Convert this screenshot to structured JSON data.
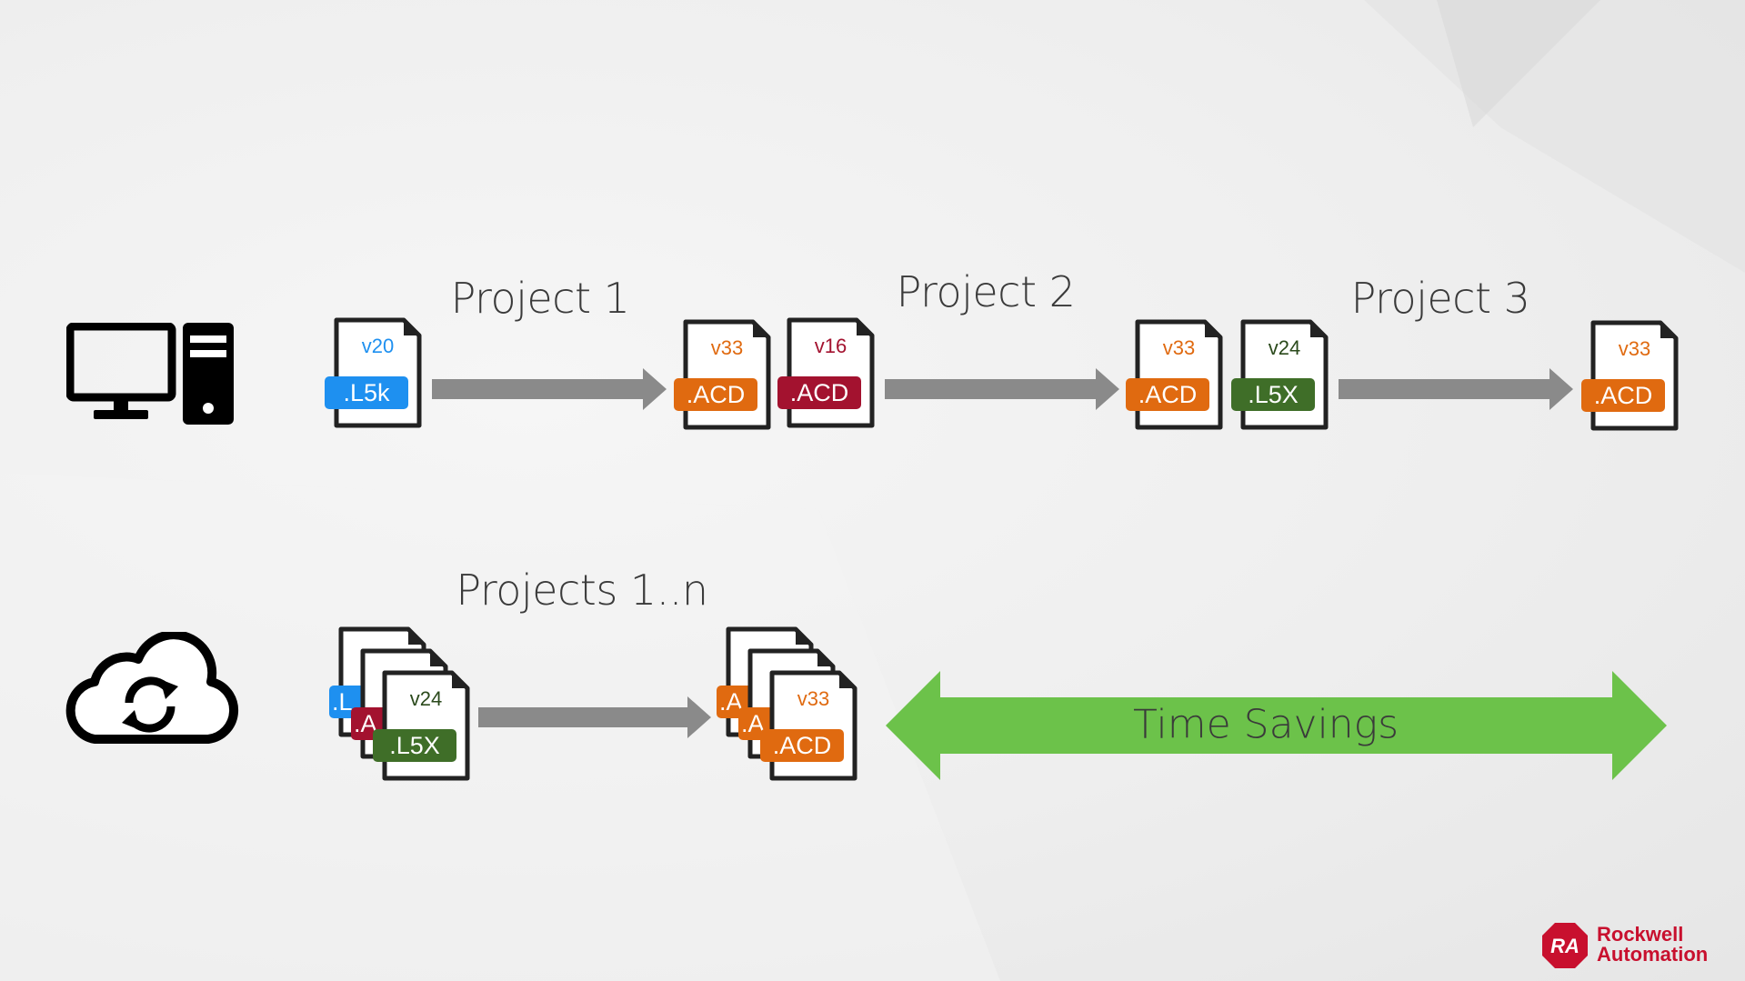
{
  "colors": {
    "blue": "#1e90f0",
    "orange": "#e06a10",
    "crimson": "#a3122f",
    "green": "#3f6e28",
    "arrow_gray": "#8a8a8a",
    "time_green": "#6cc24a",
    "brand": "#c8102e"
  },
  "rows": {
    "local": {
      "icon": "desktop-computer-icon",
      "projects": [
        {
          "label": "Project 1"
        },
        {
          "label": "Project 2"
        },
        {
          "label": "Project 3"
        }
      ]
    },
    "cloud": {
      "icon": "cloud-sync-icon",
      "label": "Projects 1..n"
    }
  },
  "files": [
    {
      "version": "v20",
      "ext": ".L5k",
      "color": "blue"
    },
    {
      "version": "v33",
      "ext": ".ACD",
      "color": "orange"
    },
    {
      "version": "v16",
      "ext": ".ACD",
      "color": "crimson"
    },
    {
      "version": "v33",
      "ext": ".ACD",
      "color": "orange"
    },
    {
      "version": "v24",
      "ext": ".L5X",
      "color": "green"
    },
    {
      "version": "v33",
      "ext": ".ACD",
      "color": "orange"
    }
  ],
  "stack_left": [
    {
      "version": "",
      "ext": ".L",
      "color": "blue"
    },
    {
      "version": "",
      "ext": ".A",
      "color": "crimson"
    },
    {
      "version": "v24",
      "ext": ".L5X",
      "color": "green"
    }
  ],
  "stack_right": [
    {
      "version": "",
      "ext": ".A",
      "color": "orange"
    },
    {
      "version": "",
      "ext": ".A",
      "color": "orange"
    },
    {
      "version": "v33",
      "ext": ".ACD",
      "color": "orange"
    }
  ],
  "time_savings": "Time Savings",
  "logo": {
    "initials": "RA",
    "line1": "Rockwell",
    "line2": "Automation"
  }
}
